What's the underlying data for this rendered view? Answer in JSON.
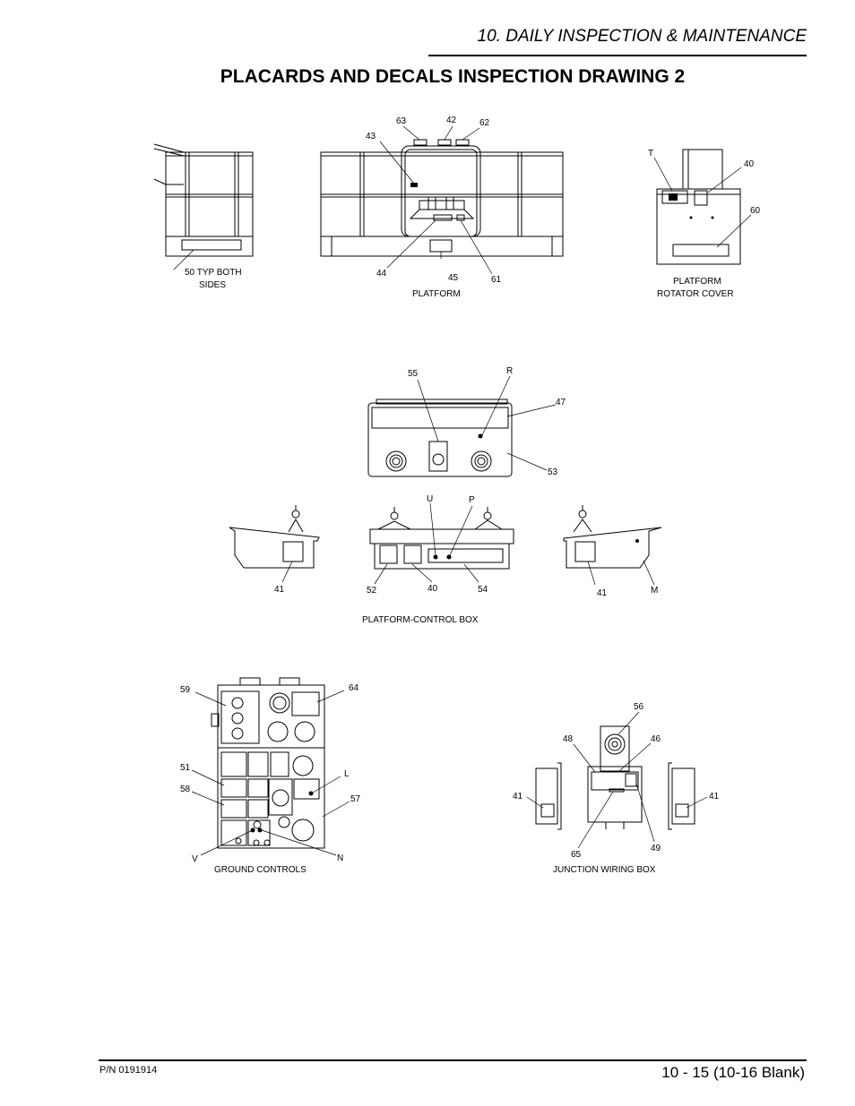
{
  "header": {
    "section": "10. DAILY INSPECTION & MAINTENANCE",
    "title": "PLACARDS AND DECALS INSPECTION DRAWING 2"
  },
  "footer": {
    "part_number": "P/N 0191914",
    "page": "10 - 15  (10-16 Blank)"
  },
  "captions": {
    "side_50": "50 TYP BOTH",
    "side_50b": "SIDES",
    "platform": "PLATFORM",
    "rotator_1": "PLATFORM",
    "rotator_2": "ROTATOR COVER",
    "control_box": "PLATFORM-CONTROL BOX",
    "ground_controls": "GROUND CONTROLS",
    "junction_box": "JUNCTION WIRING BOX"
  },
  "callouts": {
    "c63": "63",
    "c42": "42",
    "c62": "62",
    "c43": "43",
    "c44": "44",
    "c45": "45",
    "c61": "61",
    "cT": "T",
    "c40a": "40",
    "c60": "60",
    "c55": "55",
    "cR": "R",
    "c47": "47",
    "c53": "53",
    "cU": "U",
    "cP": "P",
    "c41a": "41",
    "c52": "52",
    "c40b": "40",
    "c54": "54",
    "c41b": "41",
    "cM": "M",
    "c59": "59",
    "c64": "64",
    "c51": "51",
    "c58": "58",
    "cL": "L",
    "c57": "57",
    "cV": "V",
    "cN": "N",
    "c56": "56",
    "c48a": "48",
    "c46": "46",
    "c41c": "41",
    "c41d": "41",
    "c65": "65",
    "c49": "49"
  }
}
